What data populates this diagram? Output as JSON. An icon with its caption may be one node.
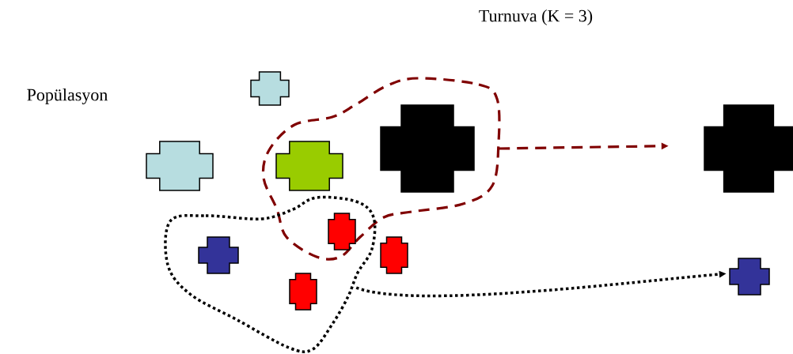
{
  "diagram": {
    "nodes": [
      {
        "text": [],
        "shape": "cross"
      },
      {
        "text": [],
        "shape": "loop"
      },
      {
        "text": [],
        "shape": "cross"
      },
      {
        "text": [],
        "shape": "cross",
        "in": 1
      },
      {
        "text": [],
        "shape": "cross",
        "in": 1
      },
      {
        "text": [],
        "shape": "cross"
      },
      {
        "text": [],
        "shape": "loop"
      },
      {
        "text": [],
        "shape": "cross"
      },
      {
        "text": [],
        "shape": "cross",
        "in": 6
      },
      {
        "text": [],
        "shape": "cross"
      },
      {
        "text": [],
        "shape": "cross",
        "in": 6
      },
      {
        "text": [],
        "shape": "cross"
      }
    ],
    "edges": [
      {
        "from": 1,
        "to": 5,
        "arrow": "to",
        "style": "dashed",
        "color": "#800000"
      },
      {
        "from": 6,
        "to": 11,
        "arrow": "to",
        "style": "dashed",
        "color": "#000000"
      }
    ],
    "labels": [
      "Turnuva (K = 3)",
      "Popülasyon"
    ]
  }
}
